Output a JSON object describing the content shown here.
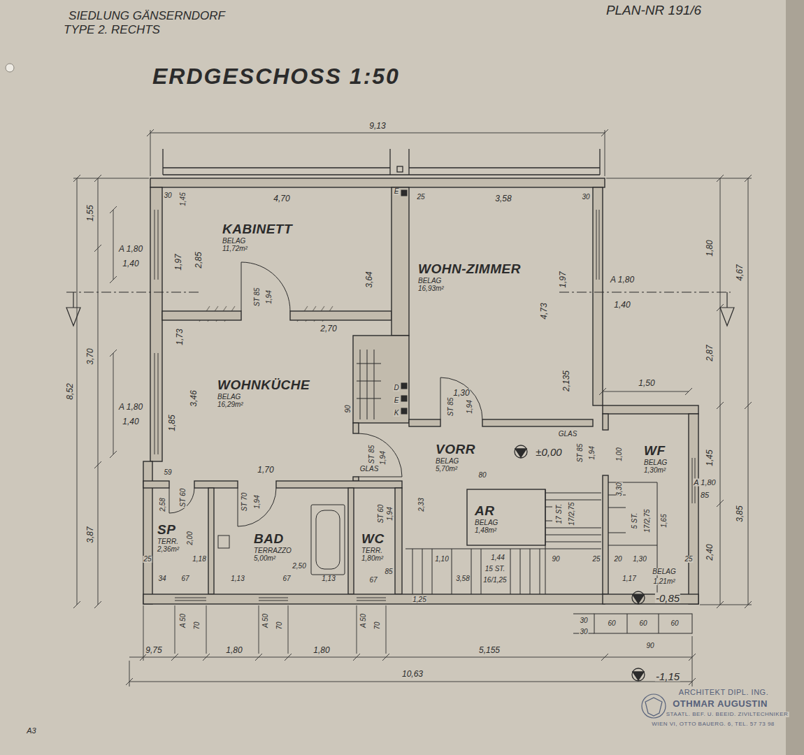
{
  "diagram": {
    "title": "ERDGESCHOSS 1:50",
    "nodes": [
      {
        "text": [
          "KABINETT",
          "BELAG",
          "11,72m²"
        ]
      },
      {
        "text": [
          "WOHN-ZIMMER",
          "BELAG",
          "16,93m²"
        ]
      },
      {
        "text": [
          "WOHNKÜCHE",
          "BELAG",
          "16,29m²"
        ]
      },
      {
        "text": [
          "VORR",
          "BELAG",
          "5,70m²"
        ]
      },
      {
        "text": [
          "WF",
          "BELAG",
          "1,30m²"
        ]
      },
      {
        "text": [
          "SP",
          "TERR.",
          "2,36m²"
        ]
      },
      {
        "text": [
          "BAD",
          "TERRAZZO",
          "5,00m²"
        ]
      },
      {
        "text": [
          "WC",
          "TERR.",
          "1,80m²"
        ]
      },
      {
        "text": [
          "AR",
          "BELAG",
          "1,48m²"
        ]
      }
    ],
    "labels": [
      "SIEDLUNG GÄNSERNDORF",
      "TYPE 2. RECHTS",
      "PLAN-NR 191/6",
      "9,13",
      "30",
      "1,45",
      "4,70",
      "25",
      "3,58",
      "30",
      "1,55",
      "A 1,80",
      "1,40",
      "1,97",
      "2,85",
      "3,64",
      "ST 85",
      "1,94",
      "3,70",
      "8,52",
      "1,73",
      "2,70",
      "3,46",
      "1,85",
      "A 1,80",
      "1,40",
      "90",
      "1,70",
      "59",
      "3,87",
      "1,97",
      "4,73",
      "2,135",
      "1,30",
      "ST 85",
      "1,94",
      "1,80",
      "4,67",
      "A 1,80",
      "1,40",
      "2,87",
      "1,50",
      "1,45",
      "A 1,80",
      "85",
      "2,40",
      "3,85",
      "ST 85",
      "1,94",
      "GLAS",
      "80",
      "±0,00",
      "2,33",
      "GLAS",
      "ST 85",
      "1,94",
      "ST 60",
      "2,58",
      "ST 70",
      "1,94",
      "2,00",
      "25",
      "1,18",
      "34",
      "67",
      "1,13",
      "67",
      "1,13",
      "2,50",
      "ST 60",
      "1,94",
      "85",
      "67",
      "1,25",
      "1,10",
      "3,58",
      "1,44",
      "15 ST.",
      "16/1,25",
      "90",
      "17 ST.",
      "17/2,75",
      "25",
      "1,00",
      "3,30",
      "5 ST.",
      "17/2,75",
      "1,65",
      "20",
      "1,30",
      "25",
      "1,17",
      "BELAG",
      "1,21m²",
      "-0,85",
      "60",
      "60",
      "60",
      "30",
      "30",
      "90",
      "9,75",
      "A 50",
      "70",
      "1,80",
      "A 50",
      "70",
      "1,80",
      "A 50",
      "70",
      "5,155",
      "10,63",
      "-1,15",
      "D",
      "E",
      "K",
      "E",
      "ARCHITEKT DIPL. ING.",
      "OTHMAR AUGUSTIN",
      "STAATL. BEF. U. BEEID. ZIVILTECHNIKER",
      "WIEN VI, OTTO BAUERG. 6, TEL. 57 73 98",
      "A3"
    ]
  }
}
